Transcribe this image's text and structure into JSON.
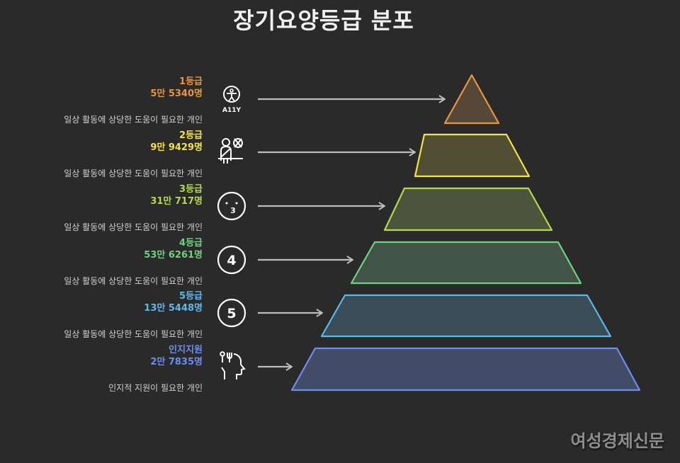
{
  "title": "장기요양등급 분포",
  "watermark": "여성경제신문",
  "levels": [
    {
      "name": "1등급",
      "count": "5만 5340명",
      "description": "일상 활동에 상당한 도움이 필요한 개인",
      "color": "#e8953f",
      "icon": "accessibility-icon"
    },
    {
      "name": "2등급",
      "count": "9만 9429명",
      "description": "일상 활동에 상당한 도움이 필요한 개인",
      "color": "#f2e443",
      "icon": "seated-person-icon"
    },
    {
      "name": "3등급",
      "count": "31만 717명",
      "description": "일상 활동에 상당한 도움이 필요한 개인",
      "color": "#b4d94a",
      "icon": "face-3-icon"
    },
    {
      "name": "4등급",
      "count": "53만 6261명",
      "description": "일상 활동에 상당한 도움이 필요한 개인",
      "color": "#6fd27e",
      "icon": "circle-4-icon"
    },
    {
      "name": "5등급",
      "count": "13만 5448명",
      "description": "일상 활동에 상당한 도움이 필요한 개인",
      "color": "#5db8ee",
      "icon": "circle-5-icon"
    },
    {
      "name": "인지지원",
      "count": "2만 7835명",
      "description": "인지적 지원이 필요한 개인",
      "color": "#6b8ef0",
      "icon": "cognitive-head-icon"
    }
  ],
  "icons": {
    "a11y_text": "A11Y",
    "four": "4",
    "five": "5"
  },
  "chart_data": {
    "type": "pyramid",
    "title": "장기요양등급 분포",
    "categories": [
      "1등급",
      "2등급",
      "3등급",
      "4등급",
      "5등급",
      "인지지원"
    ],
    "values": [
      55340,
      99429,
      310717,
      536261,
      135448,
      27835
    ],
    "value_labels": [
      "5만 5340명",
      "9만 9429명",
      "31만 717명",
      "53만 6261명",
      "13만 5448명",
      "2만 7835명"
    ],
    "descriptions": [
      "일상 활동에 상당한 도움이 필요한 개인",
      "일상 활동에 상당한 도움이 필요한 개인",
      "일상 활동에 상당한 도움이 필요한 개인",
      "일상 활동에 상당한 도움이 필요한 개인",
      "일상 활동에 상당한 도움이 필요한 개인",
      "인지적 지원이 필요한 개인"
    ],
    "colors": [
      "#e8953f",
      "#f2e443",
      "#b4d94a",
      "#6fd27e",
      "#5db8ee",
      "#6b8ef0"
    ]
  }
}
